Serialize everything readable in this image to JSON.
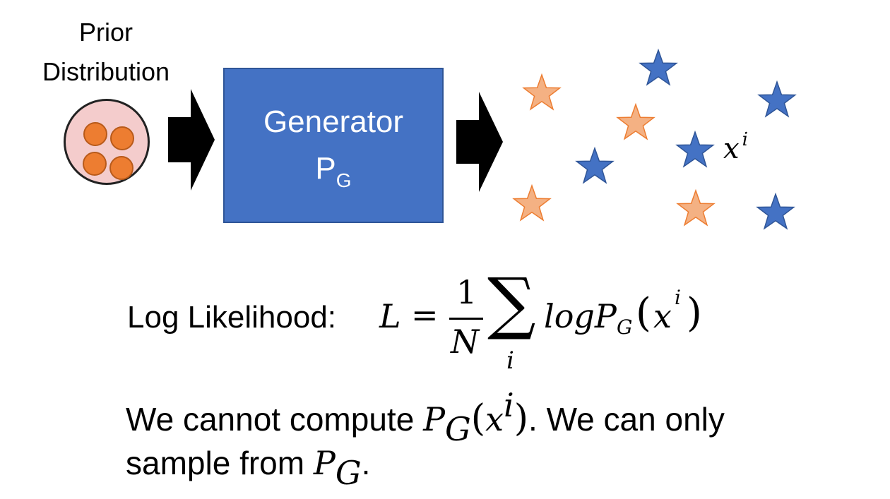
{
  "prior": {
    "label_line1": "Prior",
    "label_line2": "Distribution",
    "circle_fill": "#f4cccc",
    "dot_color": "#ed7d31"
  },
  "generator": {
    "title": "Generator",
    "symbol_main": "P",
    "symbol_sub": "G",
    "fill": "#4472c4"
  },
  "arrows": {
    "color": "#000000",
    "icon": "arrow-right-icon"
  },
  "samples": {
    "label_base": "x",
    "label_sup": "i",
    "colors": {
      "real": "#4472c4",
      "generated": "#f4b183"
    },
    "icon": "star-icon"
  },
  "log_likelihood": {
    "label": "Log Likelihood:",
    "lhs": "L",
    "equals": "=",
    "frac_num": "1",
    "frac_den": "N",
    "sum_symbol": "∑",
    "sum_index": "i",
    "log_text": "logP",
    "log_sub": "G",
    "arg_open": "(",
    "arg_base": "x",
    "arg_sup": "i",
    "arg_close": ")"
  },
  "statement": {
    "part1": "We cannot compute ",
    "p": "P",
    "p_sub": "G",
    "paren_open": "(",
    "x": "x",
    "x_sup": "i",
    "paren_close": ")",
    "part2": ". We can only",
    "part3": "sample from ",
    "p2": "P",
    "p2_sub": "G",
    "part4": "."
  }
}
